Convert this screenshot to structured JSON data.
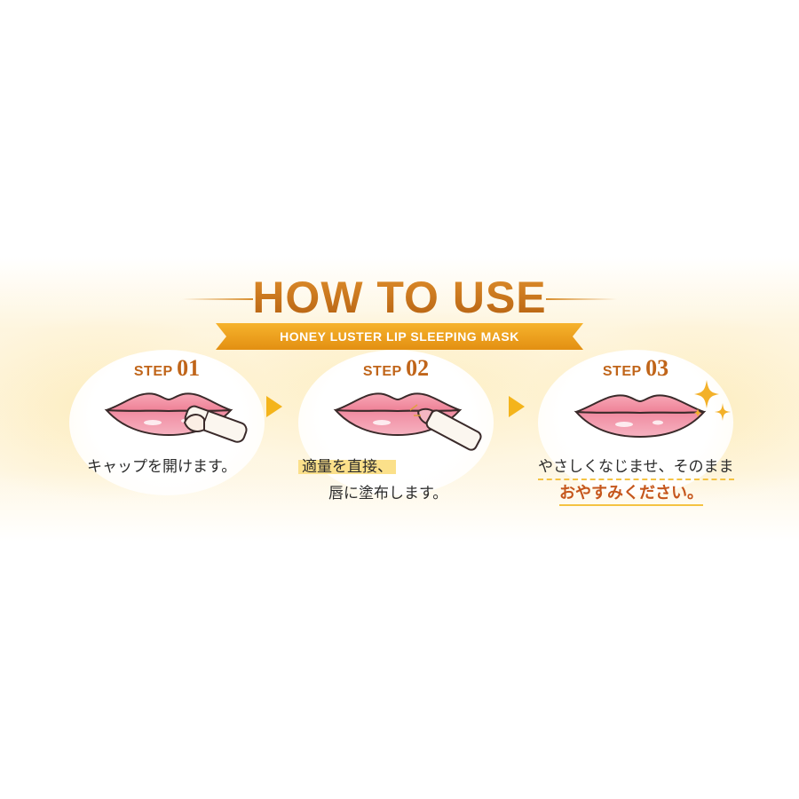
{
  "header": {
    "title": "HOW TO USE",
    "ribbon": "HONEY LUSTER LIP SLEEPING MASK"
  },
  "steps": [
    {
      "word": "STEP",
      "number": "01",
      "caption_lines": [
        "キャップを開けます。"
      ]
    },
    {
      "word": "STEP",
      "number": "02",
      "caption_lines": [
        "適量を直接、",
        "唇に塗布します。"
      ]
    },
    {
      "word": "STEP",
      "number": "03",
      "caption_lines": [
        "やさしくなじませ、そのまま",
        "おやすみください。"
      ]
    }
  ],
  "colors": {
    "title_gold": "#c8751b",
    "ribbon_gold": "#f0a51e",
    "arrow_yellow": "#f4b41b",
    "lip_pink": "#f28ea2",
    "highlight_yellow": "#fbe08a",
    "accent_text": "#c5561c"
  },
  "icons": [
    "next-arrow-icon",
    "sparkle-icon"
  ]
}
